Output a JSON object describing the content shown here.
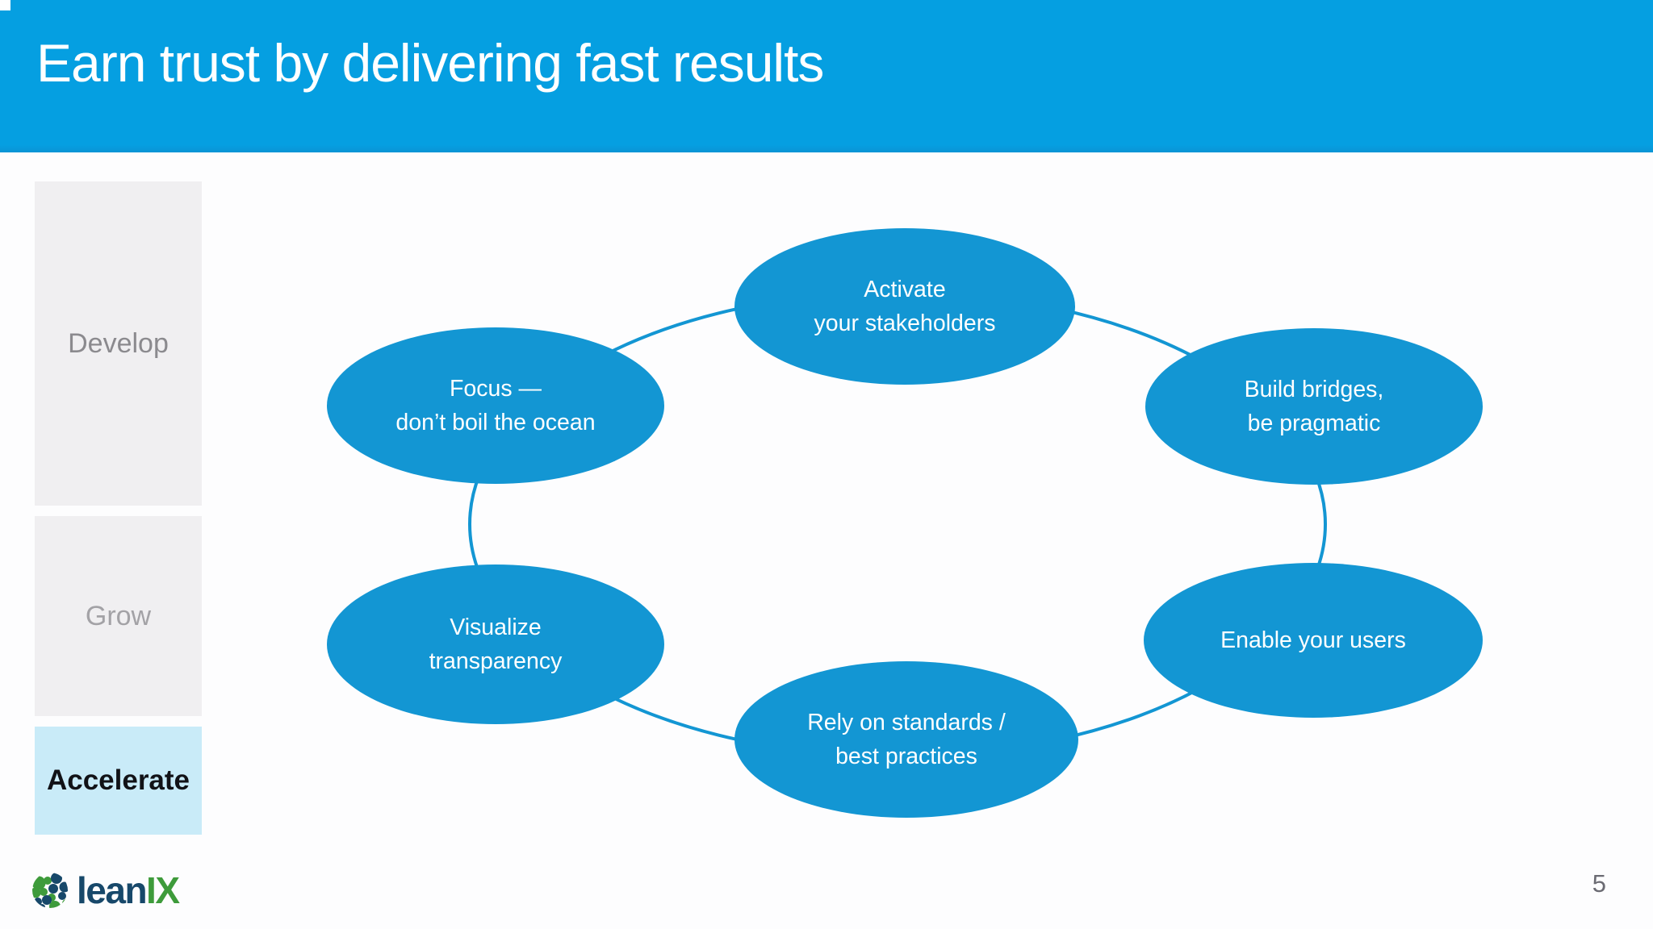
{
  "slide": {
    "title": "Earn trust by delivering fast results",
    "page_number": "5"
  },
  "sidebar": {
    "items": [
      {
        "label": "Develop",
        "active": false
      },
      {
        "label": "Grow",
        "active": false
      },
      {
        "label": "Accelerate",
        "active": true
      }
    ]
  },
  "diagram": {
    "type": "cycle",
    "nodes": [
      {
        "id": "activate",
        "line1": "Activate",
        "line2": "your stakeholders"
      },
      {
        "id": "focus",
        "line1": "Focus —",
        "line2": "don’t boil the ocean"
      },
      {
        "id": "build",
        "line1": "Build bridges,",
        "line2": "be pragmatic"
      },
      {
        "id": "visualize",
        "line1": "Visualize",
        "line2": "transparency"
      },
      {
        "id": "enable",
        "line1": "Enable your users",
        "line2": ""
      },
      {
        "id": "rely",
        "line1": "Rely on standards /",
        "line2": "best practices"
      }
    ]
  },
  "logo": {
    "word_lean": "lean",
    "word_ix": "IX"
  },
  "colors": {
    "header_blue": "#059FE1",
    "node_blue": "#1396D3",
    "active_tab_bg": "#C9EBF8",
    "inactive_tab_bg": "#F0EFF1",
    "inactive_tab_text": "#8B8A8E",
    "node_text": "#FFFFFF",
    "logo_navy": "#17486A",
    "logo_green": "#3E9B3B",
    "page_number_gray": "#6B6B73"
  }
}
